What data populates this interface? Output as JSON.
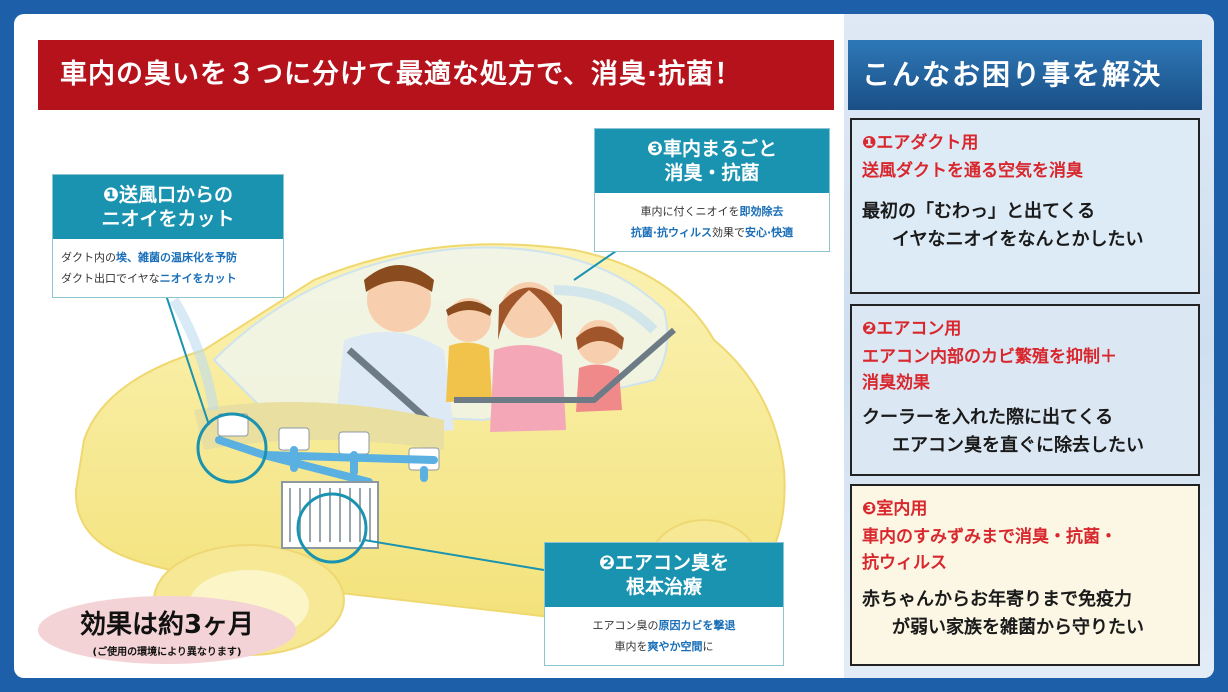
{
  "title": "車内の臭いを３つに分けて最適な処方で、消臭·抗菌！",
  "callouts": {
    "c1": {
      "head1": "❶送風口からの",
      "head2": "ニオイをカット",
      "body1a": "ダクト内の",
      "body1b": "埃、雑菌の温床化を予防",
      "body2a": "ダクト出口でイヤな",
      "body2b": "ニオイをカット"
    },
    "c2": {
      "head1": "❸車内まるごと",
      "head2": "消臭・抗菌",
      "body1a": "車内に付くニオイを",
      "body1b": "即効除去",
      "body2a": "抗菌·抗ウィルス",
      "body2b": "効果で",
      "body2c": "安心·快適"
    },
    "c3": {
      "head1": "❷エアコン臭を",
      "head2": "根本治療",
      "body1a": "エアコン臭の",
      "body1b": "原因カビを撃退",
      "body2a": "車内を",
      "body2b": "爽やか空間",
      "body2c": "に"
    }
  },
  "badge": {
    "main": "効果は約3ヶ月",
    "sub": "(ご使用の環境により異なります)"
  },
  "right": {
    "header": "こんなお困り事を解決",
    "problems": [
      {
        "title": "❶エアダクト用",
        "desc": "送風ダクトを通る空気を消臭",
        "desc2": "",
        "text1": "最初の「むわっ」と出てくる",
        "text2": "イヤなニオイをなんとかしたい"
      },
      {
        "title": "❷エアコン用",
        "desc": "エアコン内部のカビ繁殖を抑制＋",
        "desc2": "消臭効果",
        "text1": "クーラーを入れた際に出てくる",
        "text2": "エアコン臭を直ぐに除去したい"
      },
      {
        "title": "❸室内用",
        "desc": "車内のすみずみまで消臭・抗菌・",
        "desc2": "抗ウィルス",
        "text1": "赤ちゃんからお年寄りまで免疫力",
        "text2": "が弱い家族を雑菌から守りたい"
      }
    ]
  },
  "colors": {
    "frame": "#1d5fa8",
    "title_red": "#b5121b",
    "callout_teal": "#1a93b0",
    "accent_red": "#d9272e",
    "car_yellow": "#f7ec9a"
  }
}
